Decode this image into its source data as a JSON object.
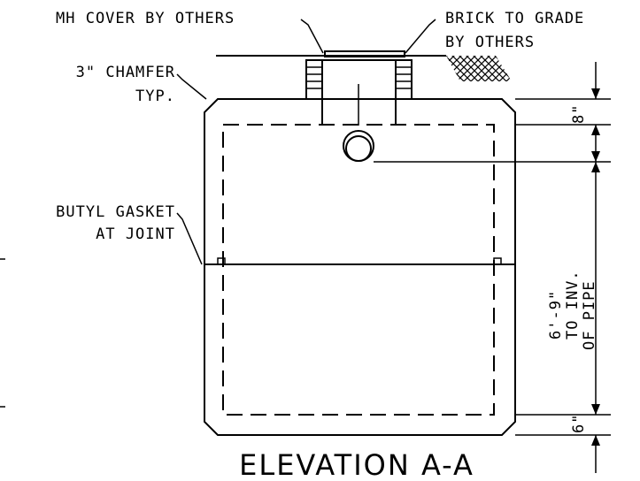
{
  "labels": {
    "mh_cover": "MH COVER BY OTHERS",
    "brick_line1": "BRICK TO GRADE",
    "brick_line2": "BY OTHERS",
    "chamfer_line1": "3\" CHAMFER",
    "chamfer_line2": "TYP.",
    "gasket_line1": "BUTYL GASKET",
    "gasket_line2": "AT JOINT"
  },
  "dimensions": {
    "top": "8\"",
    "middle_line1": "6'-9\"",
    "middle_line2": "TO INV.",
    "middle_line3": "OF PIPE",
    "bottom": "6\""
  },
  "title": "ELEVATION A-A"
}
